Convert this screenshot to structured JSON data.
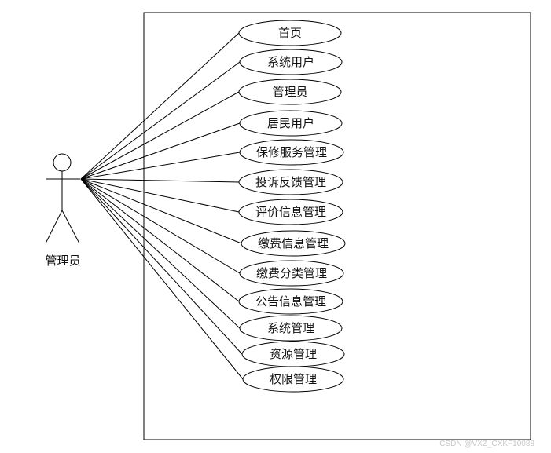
{
  "actor": {
    "label": "管理员"
  },
  "use_cases": [
    {
      "label": "首页"
    },
    {
      "label": "系统用户"
    },
    {
      "label": "管理员"
    },
    {
      "label": "居民用户"
    },
    {
      "label": "保修服务管理"
    },
    {
      "label": "投诉反馈管理"
    },
    {
      "label": "评价信息管理"
    },
    {
      "label": "缴费信息管理"
    },
    {
      "label": "缴费分类管理"
    },
    {
      "label": "公告信息管理"
    },
    {
      "label": "系统管理"
    },
    {
      "label": "资源管理"
    },
    {
      "label": "权限管理"
    }
  ],
  "watermark": "CSDN @VXZ_CXKF10088",
  "colors": {
    "stroke": "#000000",
    "background": "#ffffff"
  }
}
